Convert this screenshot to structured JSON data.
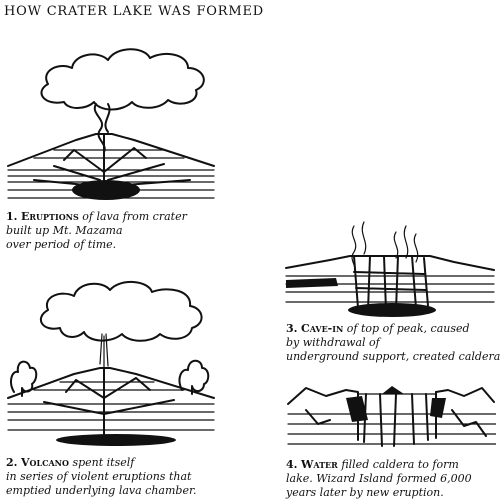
{
  "title": "HOW CRATER LAKE WAS FORMED",
  "steps": [
    {
      "number": "1.",
      "heading": "Eruptions",
      "lines": [
        "of lava from crater",
        "built up Mt. Mazama",
        "over period of time."
      ]
    },
    {
      "number": "2.",
      "heading": "Volcano",
      "lines": [
        "spent itself",
        "in series of violent eruptions that",
        "emptied underlying lava chamber."
      ]
    },
    {
      "number": "3.",
      "heading": "Cave-in",
      "lines": [
        "of top of peak, caused",
        "by withdrawal of",
        "underground support, created caldera."
      ]
    },
    {
      "number": "4.",
      "heading": "Water",
      "lines": [
        "filled caldera to form",
        "lake. Wizard Island formed 6,000",
        "years later by new eruption."
      ]
    }
  ]
}
